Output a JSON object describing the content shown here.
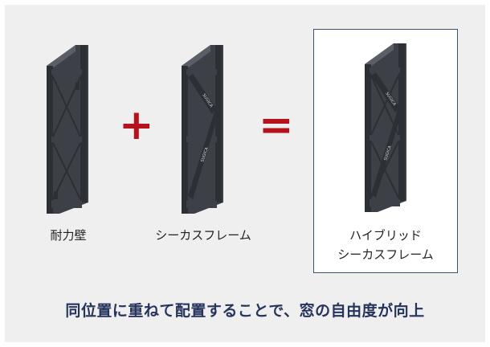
{
  "items": [
    {
      "label": "耐力壁"
    },
    {
      "label": "シーカスフレーム"
    },
    {
      "label_line1": "ハイブリッド",
      "label_line2": "シーカスフレーム"
    }
  ],
  "operators": {
    "plus": "+",
    "equals": "="
  },
  "caption": "同位置に重ねて配置することで、窓の自由度が向上",
  "brace_text": "SUGICA",
  "colors": {
    "frame": "#2c2f33",
    "frame_light": "#4a4e54",
    "accent": "#b5121b",
    "caption": "#26345c",
    "box_border": "#3e4d73"
  }
}
